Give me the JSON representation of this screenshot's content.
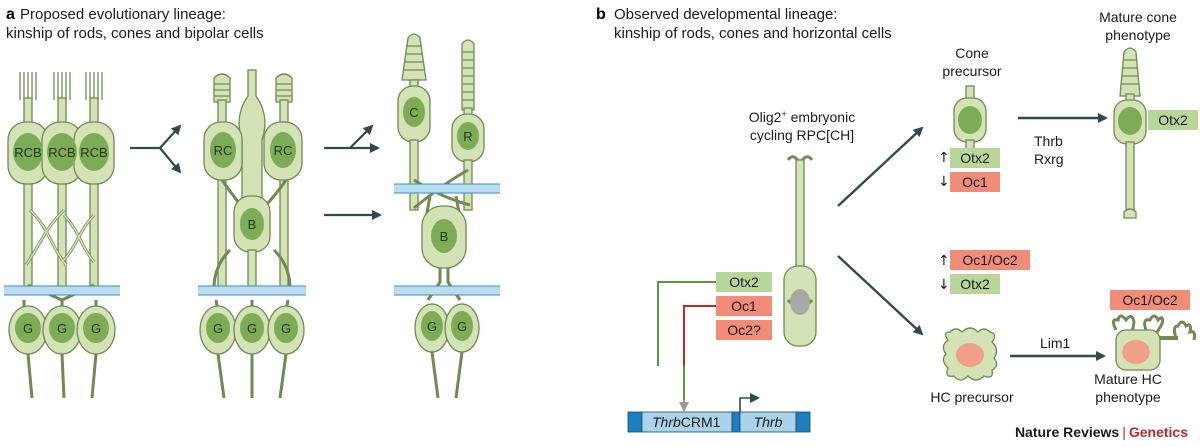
{
  "panel_a": {
    "letter": "a",
    "title_line1": "Proposed evolutionary lineage:",
    "title_line2": "kinship of rods, cones and bipolar cells",
    "cells": {
      "rcb": "RCB",
      "rc": "RC",
      "b": "B",
      "c": "C",
      "r": "R",
      "g": "G"
    }
  },
  "panel_b": {
    "letter": "b",
    "title_line1": "Observed developmental  lineage:",
    "title_line2": "kinship of rods, cones and horizontal cells",
    "rpc_label_line1": "Olig2",
    "rpc_label_sup": "+",
    "rpc_label_line1_rest": " embryonic",
    "rpc_label_line2": "cycling RPC[CH]",
    "cone_precursor_line1": "Cone",
    "cone_precursor_line2": "precursor",
    "mature_cone_line1": "Mature cone",
    "mature_cone_line2": "phenotype",
    "hc_precursor": "HC precursor",
    "mature_hc_line1": "Mature HC",
    "mature_hc_line2": "phenotype",
    "factor_thrb": "Thrb",
    "factor_rxrg": "Rxrg",
    "factor_lim1": "Lim1",
    "up_arrow": "↑",
    "down_arrow": "↓",
    "tf_left": {
      "otx2": "Otx2",
      "oc1": "Oc1",
      "oc2": "Oc2?"
    },
    "tf_cone": {
      "otx2": "Otx2",
      "oc1": "Oc1"
    },
    "tf_mature_cone": "Otx2",
    "tf_hc": {
      "oc1oc2": "Oc1/Oc2",
      "otx2": "Otx2"
    },
    "tf_mature_hc": "Oc1/Oc2",
    "gene_crm_italic": "Thrb",
    "gene_crm_rest": "CRM1",
    "gene_thrb": "Thrb"
  },
  "publisher": {
    "journal": "Nature Reviews",
    "section": "Genetics"
  },
  "colors": {
    "cell_fill": "#d4e3b6",
    "cell_stroke": "#6f8a53",
    "nucleus": "#7eab55",
    "box_green": "#b9d69a",
    "box_red": "#f08c78",
    "membrane": "#b9dcef",
    "dark_arrow": "#2f4a52",
    "gene_blue": "#1c7fc0",
    "gene_light": "#a9d3e9",
    "hc_nucleus": "#f0a08a",
    "rpc_nucleus": "#a8a8a8"
  }
}
